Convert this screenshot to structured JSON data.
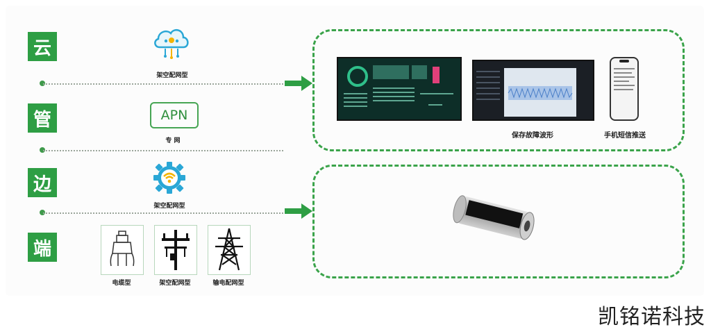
{
  "layers": [
    {
      "label": "云"
    },
    {
      "label": "管"
    },
    {
      "label": "边"
    },
    {
      "label": "端"
    }
  ],
  "cloud_caption": "架空配网型",
  "apn": {
    "label": "APN",
    "caption": "专 网"
  },
  "edge_caption": "架空配网型",
  "terminal_tiles": [
    {
      "caption": "电缆型",
      "icon": "cable-terminal-icon"
    },
    {
      "caption": "架空配网型",
      "icon": "utility-pole-icon"
    },
    {
      "caption": "输电配网型",
      "icon": "transmission-tower-icon"
    }
  ],
  "platform": {
    "screens": [
      {
        "caption": ""
      },
      {
        "caption": "保存故障波形"
      },
      {
        "caption": "手机短信推送"
      }
    ]
  },
  "brand": "凯铭诺科技",
  "colors": {
    "green": "#2e9e44",
    "dash": "#3aa34a"
  }
}
